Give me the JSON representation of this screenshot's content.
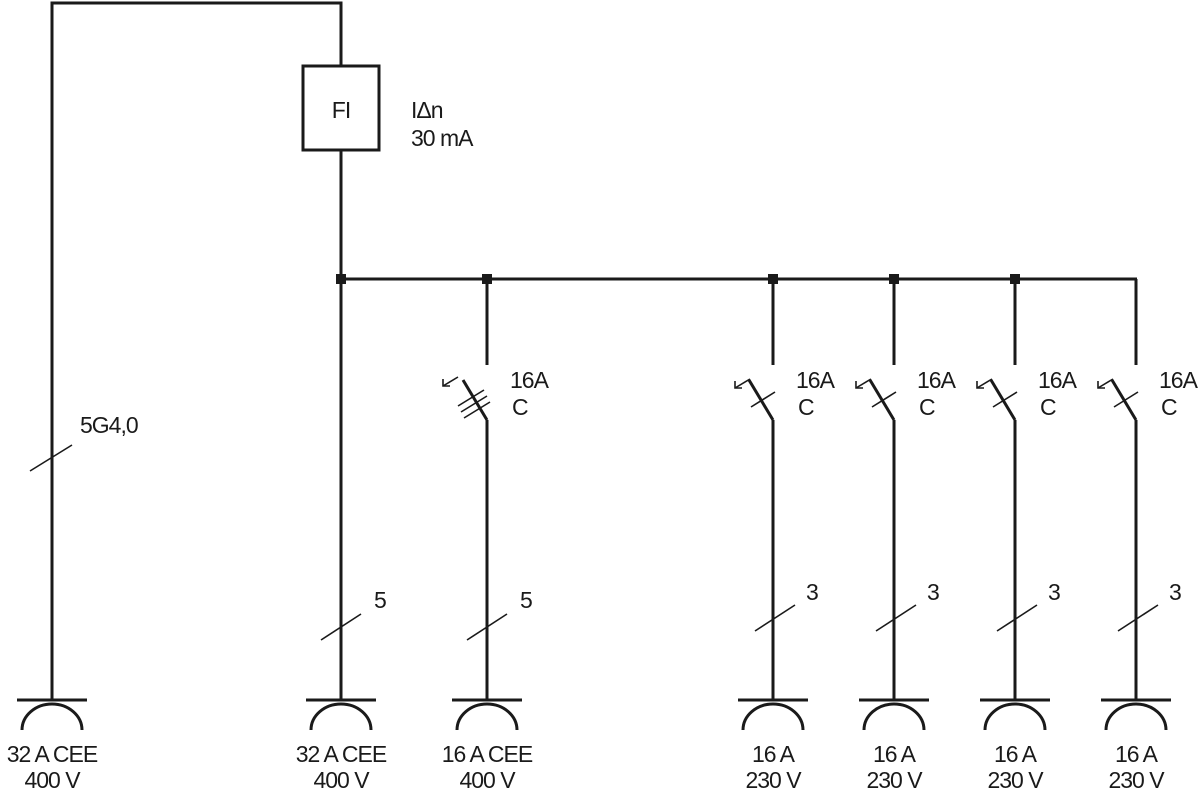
{
  "rcd": {
    "label": "FI",
    "rating_line1": "IΔn",
    "rating_line2": "30 mA"
  },
  "supply_cable": {
    "label": "5G4,0"
  },
  "breakers": [
    {
      "rating": "16A",
      "characteristic": "C"
    },
    {
      "rating": "16A",
      "characteristic": "C"
    },
    {
      "rating": "16A",
      "characteristic": "C"
    },
    {
      "rating": "16A",
      "characteristic": "C"
    },
    {
      "rating": "16A",
      "characteristic": "C"
    }
  ],
  "conductor_counts": [
    "5",
    "5",
    "3",
    "3",
    "3",
    "3"
  ],
  "sockets": [
    {
      "line1": "32 A CEE",
      "line2": "400 V"
    },
    {
      "line1": "32 A CEE",
      "line2": "400 V"
    },
    {
      "line1": "16 A CEE",
      "line2": "400 V"
    },
    {
      "line1": "16 A",
      "line2": "230 V"
    },
    {
      "line1": "16 A",
      "line2": "230 V"
    },
    {
      "line1": "16 A",
      "line2": "230 V"
    },
    {
      "line1": "16 A",
      "line2": "230 V"
    }
  ]
}
